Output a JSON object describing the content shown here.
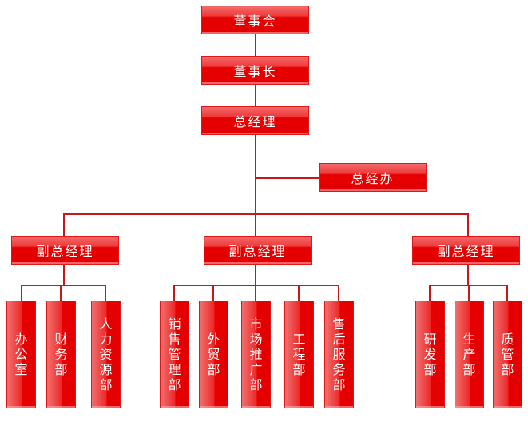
{
  "board": "董事会",
  "chairman": "董事长",
  "general_manager": "总经理",
  "gm_office": "总经办",
  "deputies": [
    {
      "title": "副总经理",
      "departments": [
        "办公室",
        "财务部",
        "人力资源部"
      ]
    },
    {
      "title": "副总经理",
      "departments": [
        "销售管理部",
        "外贸部",
        "市场推广部",
        "工程部",
        "售后服务部"
      ]
    },
    {
      "title": "副总经理",
      "departments": [
        "研发部",
        "生产部",
        "质管部"
      ]
    }
  ],
  "colors": {
    "box": "#e60000",
    "line": "#c8161d"
  }
}
